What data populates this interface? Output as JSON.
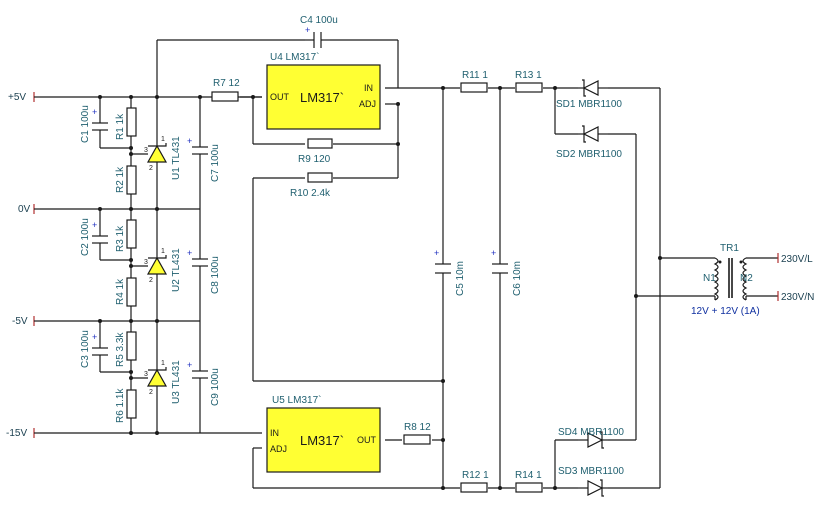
{
  "rails": {
    "p5": "+5V",
    "zero": "0V",
    "m5": "-5V",
    "m15": "-15V"
  },
  "mains": {
    "line": "230V/L",
    "neutral": "230V/N"
  },
  "ic": {
    "u4_ref": "U4 LM317`",
    "u4_body": "LM317`",
    "u5_ref": "U5 LM317`",
    "u5_body": "LM317`",
    "pin_out": "OUT",
    "pin_in": "IN",
    "pin_adj": "ADJ"
  },
  "passives": {
    "c4": "C4 100u",
    "r7": "R7 12",
    "r9": "R9 120",
    "r10": "R10 2.4k",
    "r8": "R8 12",
    "r11": "R11 1",
    "r12": "R12 1",
    "r13": "R13 1",
    "r14": "R14 1",
    "c5": "C5 10m",
    "c6": "C6 10m",
    "c1": "C1 100u",
    "c2": "C2 100u",
    "c3": "C3 100u",
    "r1": "R1 1k",
    "r2": "R2 1k",
    "r3": "R3 1k",
    "r4": "R4 1k",
    "r5": "R5 3.3k",
    "r6": "R6 1.1k",
    "u1": "U1 TL431",
    "u2": "U2 TL431",
    "u3": "U3 TL431",
    "c7": "C7 100u",
    "c8": "C8 100u",
    "c9": "C9 100u"
  },
  "diodes": {
    "sd1": "SD1 MBR1100",
    "sd2": "SD2 MBR1100",
    "sd3": "SD3 MBR1100",
    "sd4": "SD4 MBR1100"
  },
  "transformer": {
    "ref": "TR1",
    "n1": "N1",
    "n2": "N2",
    "rating": "12V + 12V (1A)"
  },
  "tl431_pins": {
    "one": "1",
    "two": "2",
    "three": "3"
  },
  "polarity": "+",
  "colors": {
    "wire": "#1a1a1a",
    "pin_stub": "#b03030",
    "label": "#1f5f6f",
    "ic_fill": "#ffff33",
    "tl431_fill": "#ffff33",
    "rating_text": "#1030a0"
  }
}
